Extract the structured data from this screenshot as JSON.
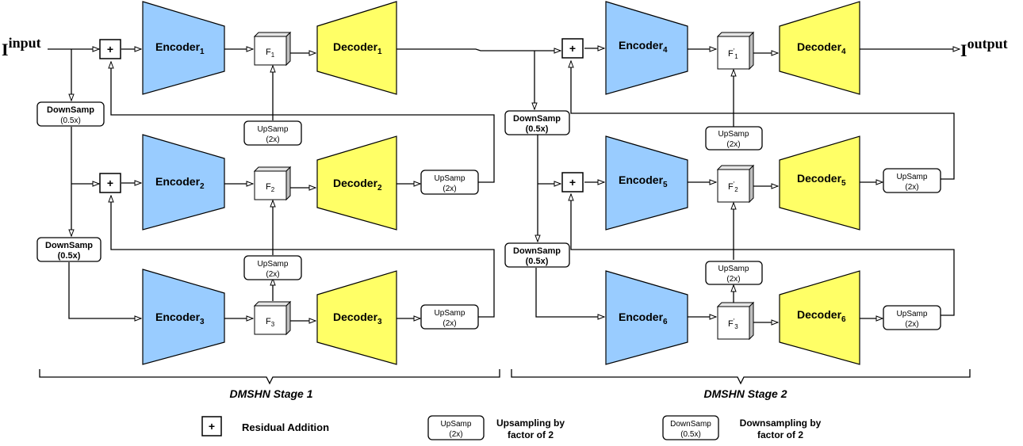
{
  "io": {
    "input_base": "I",
    "input_sup": "input",
    "output_base": "I",
    "output_sup": "output"
  },
  "encoders": [
    {
      "base": "Encoder",
      "sub": "1"
    },
    {
      "base": "Encoder",
      "sub": "2"
    },
    {
      "base": "Encoder",
      "sub": "3"
    },
    {
      "base": "Encoder",
      "sub": "4"
    },
    {
      "base": "Encoder",
      "sub": "5"
    },
    {
      "base": "Encoder",
      "sub": "6"
    }
  ],
  "decoders": [
    {
      "base": "Decoder",
      "sub": "1"
    },
    {
      "base": "Decoder",
      "sub": "2"
    },
    {
      "base": "Decoder",
      "sub": "3"
    },
    {
      "base": "Decoder",
      "sub": "4"
    },
    {
      "base": "Decoder",
      "sub": "5"
    },
    {
      "base": "Decoder",
      "sub": "6"
    }
  ],
  "features": [
    {
      "base": "F",
      "prime": "",
      "sub": "1"
    },
    {
      "base": "F",
      "prime": "",
      "sub": "2"
    },
    {
      "base": "F",
      "prime": "",
      "sub": "3"
    },
    {
      "base": "F",
      "prime": "'",
      "sub": "1"
    },
    {
      "base": "F",
      "prime": "'",
      "sub": "2"
    },
    {
      "base": "F",
      "prime": "'",
      "sub": "3"
    }
  ],
  "residual_symbol": "+",
  "upsamp": {
    "line1": "UpSamp",
    "line2": "(2x)"
  },
  "downsamp": {
    "line1": "DownSamp",
    "line2": "(0.5x)"
  },
  "stages": [
    "DMSHN Stage 1",
    "DMSHN Stage 2"
  ],
  "legend": {
    "residual_symbol": "+",
    "residual_label": "Residual Addition",
    "upsamp_line1": "UpSamp",
    "upsamp_line2": "(2x)",
    "upsamp_label_1": "Upsampling by",
    "upsamp_label_2": "factor of 2",
    "downsamp_line1": "DownSamp",
    "downsamp_line2": "(0.5x)",
    "downsamp_label_1": "Downsampling by",
    "downsamp_label_2": "factor of 2"
  },
  "colors": {
    "encoder": "#99ccff",
    "decoder": "#ffff66",
    "stroke": "#000000",
    "cube_top": "#e6e6e6",
    "cube_side": "#bfbfbf"
  }
}
